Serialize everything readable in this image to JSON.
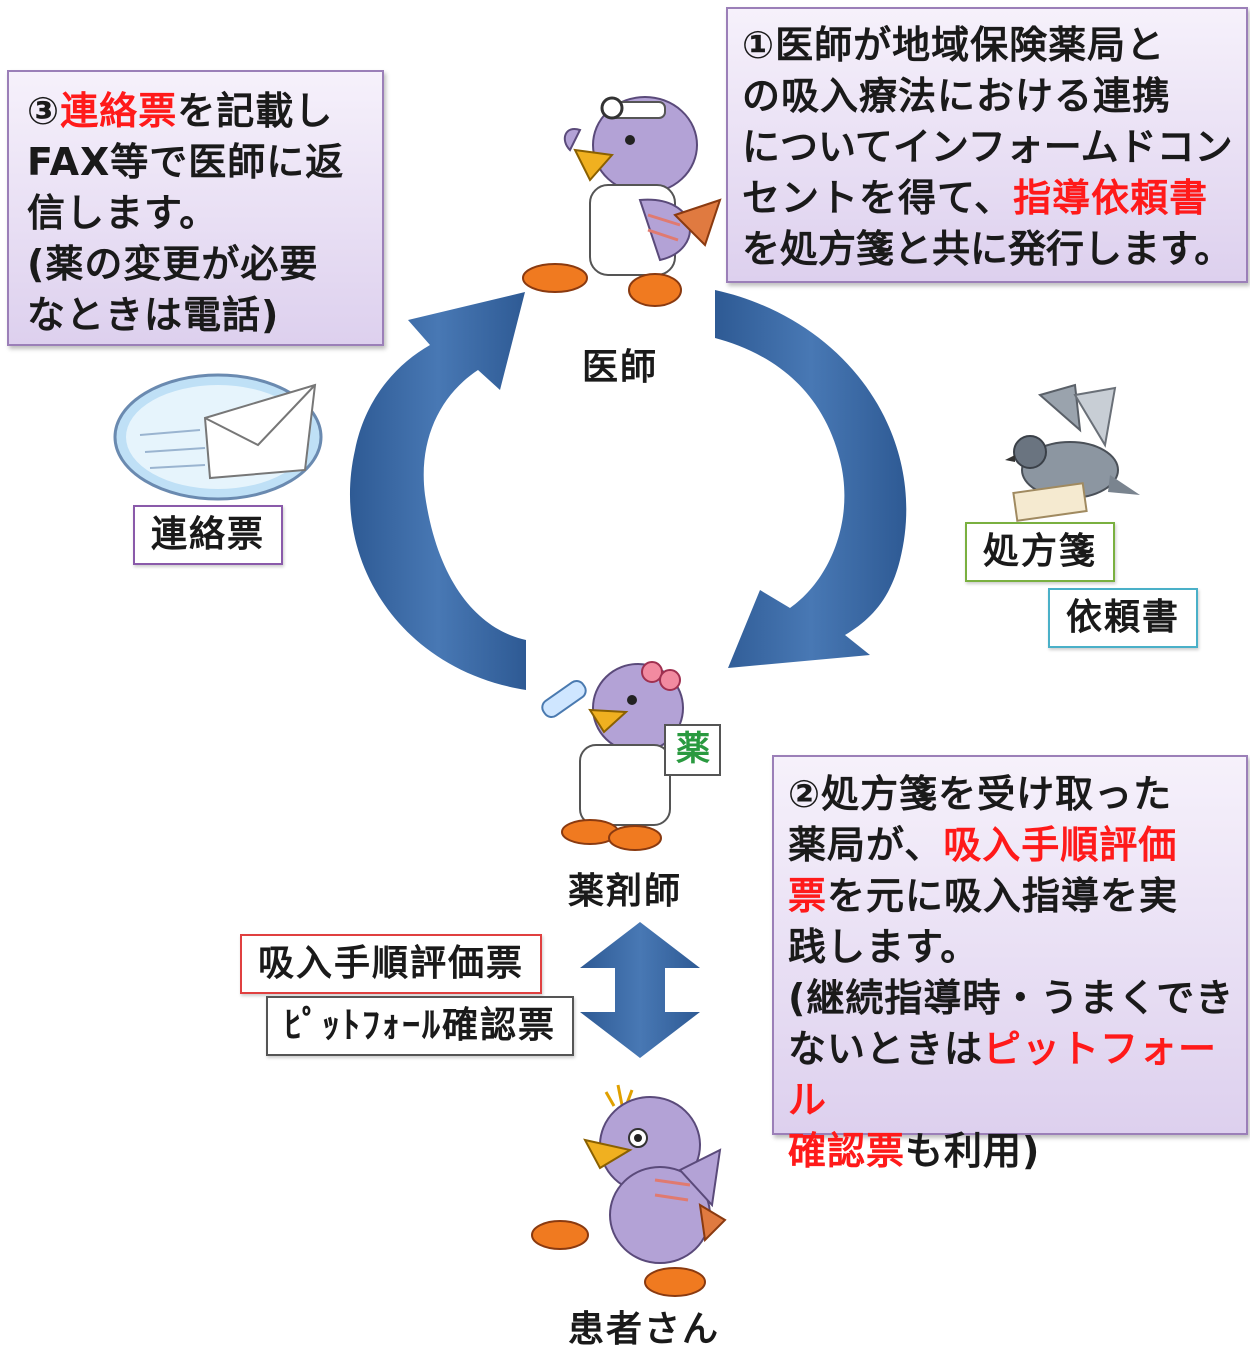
{
  "roles": {
    "doctor": "医師",
    "pharmacist": "薬剤師",
    "patient": "患者さん"
  },
  "step1": {
    "lines": [
      "①医師が地域保険薬局と",
      "の吸入療法における連携",
      "についてインフォームドコン"
    ],
    "line4_a": "セントを得て、",
    "line4_red": "指導依頼書",
    "line5": "を処方箋と共に発行します。"
  },
  "step2": {
    "line1": "②処方箋を受け取った",
    "line2_a": "薬局が、",
    "line2_red": "吸入手順評価",
    "line3_red": "票",
    "line3_b": "を元に吸入指導を実",
    "line4": "践します。",
    "line5": "(継続指導時・うまくでき",
    "line6_a": "ないときは",
    "line6_red": "ピットフォール",
    "line7_red": "確認票",
    "line7_b": "も利用)"
  },
  "step3": {
    "line1_a": "③",
    "line1_red": "連絡票",
    "line1_b": "を記載し",
    "line2": "FAX等で医師に返",
    "line3": "信します。",
    "line4": "(薬の変更が必要",
    "line5": "なときは電話)"
  },
  "tags": {
    "contact_form": "連絡票",
    "prescription": "処方箋",
    "request_form": "依頼書",
    "inhalation_eval": "吸入手順評価票",
    "pitfall_check": "ﾋﾟｯﾄﾌｫｰﾙ確認票"
  },
  "stamp": "薬",
  "colors": {
    "highlight": "#ff1a1a",
    "arrow": "#3d6aa6",
    "box_border": "#9b7fb8",
    "bird": "#b3a2d6"
  }
}
